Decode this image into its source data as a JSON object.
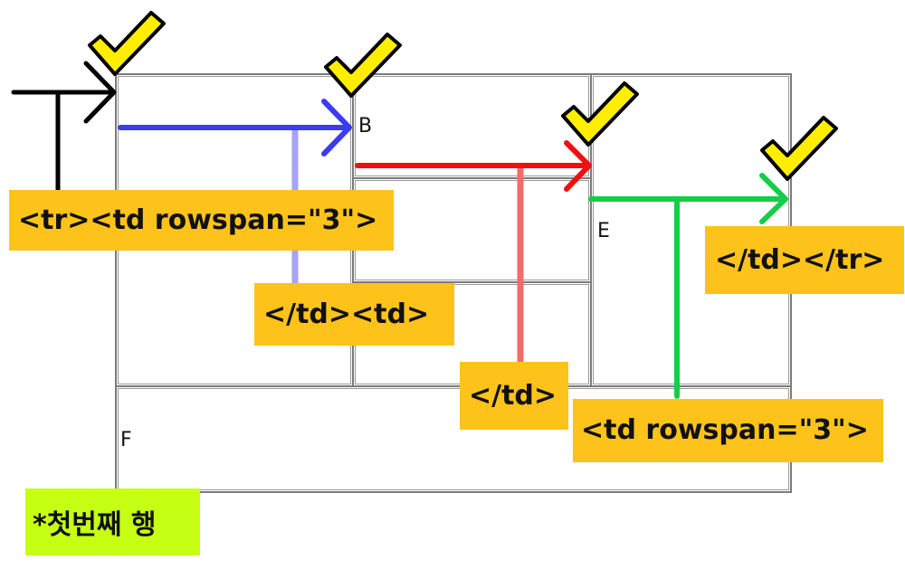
{
  "table": {
    "cells": [
      {
        "id": "A",
        "letter": ""
      },
      {
        "id": "B",
        "letter": "B"
      },
      {
        "id": "C",
        "letter": ""
      },
      {
        "id": "D",
        "letter": ""
      },
      {
        "id": "E",
        "letter": "E"
      },
      {
        "id": "F",
        "letter": "F"
      }
    ]
  },
  "labels": {
    "tr_td_rowspan": "<tr><td rowspan=\"3\">",
    "close_td_open_td": "</td><td>",
    "close_td": "</td>",
    "td_rowspan": "<td rowspan=\"3\">",
    "close_td_close_tr": "</td></tr>"
  },
  "note": "*첫번째 행",
  "colors": {
    "black_arrow": "#000000",
    "blue_arrow": "#3b3bf2",
    "blue_stem": "#a7a3f6",
    "red_arrow": "#ee1111",
    "red_stem": "#f46b6b",
    "green_arrow": "#16cc48",
    "label_bg": "#fdc31a",
    "note_bg": "#c6ff14",
    "checkmark_fill": "#ffee00"
  },
  "icons": [
    "checkmark-icon",
    "arrow-icon"
  ]
}
